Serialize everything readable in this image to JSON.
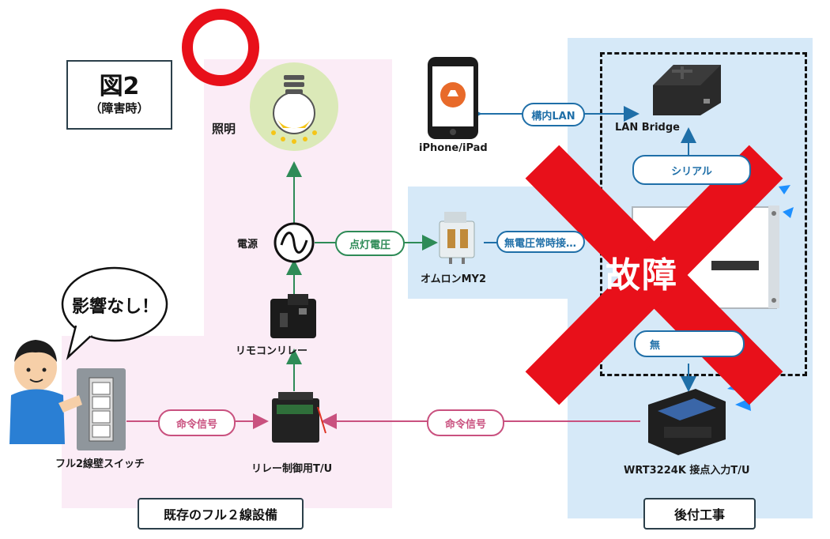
{
  "figure": {
    "title": "図2",
    "subtitle": "（障害時）"
  },
  "labels": {
    "lighting": "照明",
    "power": "電源",
    "remote_relay": "リモコンリレー",
    "relay_unit": "リレー制御用T/U",
    "wall_switch": "フル2線壁スイッチ",
    "iphone": "iPhone/iPad",
    "omron": "オムロンMY2",
    "lan_bridge": "LAN Bridge",
    "wrt": "WRT3224K 接点入力T/U"
  },
  "pills": {
    "lighting_voltage": "点灯電圧",
    "no_voltage": "無電圧常時接…",
    "internal_lan": "構内LAN",
    "serial": "シリアル",
    "command_left": "命令信号",
    "command_right": "命令信号",
    "no_partial": "無"
  },
  "speech": {
    "text": "影響なし！"
  },
  "zones": {
    "existing": "既存のフル２線設備",
    "retrofit": "後付工事"
  },
  "overlay": {
    "fault_text": "故障"
  },
  "colors": {
    "green": "#2e8b57",
    "pink": "#c9517f",
    "blue": "#1f6fa8",
    "red": "#e8101a",
    "ring": "#e8101a"
  }
}
